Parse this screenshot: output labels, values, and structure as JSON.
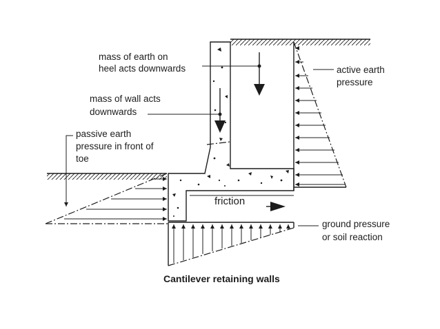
{
  "labels": {
    "heel_mass_line1": "mass of earth on",
    "heel_mass_line2": "heel acts downwards",
    "wall_mass_line1": "mass of wall acts",
    "wall_mass_line2": "downwards",
    "passive_line1": "passive earth",
    "passive_line2": "pressure in front of",
    "passive_line3": "toe",
    "active_line1": "active earth",
    "active_line2": "pressure",
    "friction": "friction",
    "ground_line1": "ground pressure",
    "ground_line2": "or soil reaction"
  },
  "caption": "Cantilever retaining walls"
}
